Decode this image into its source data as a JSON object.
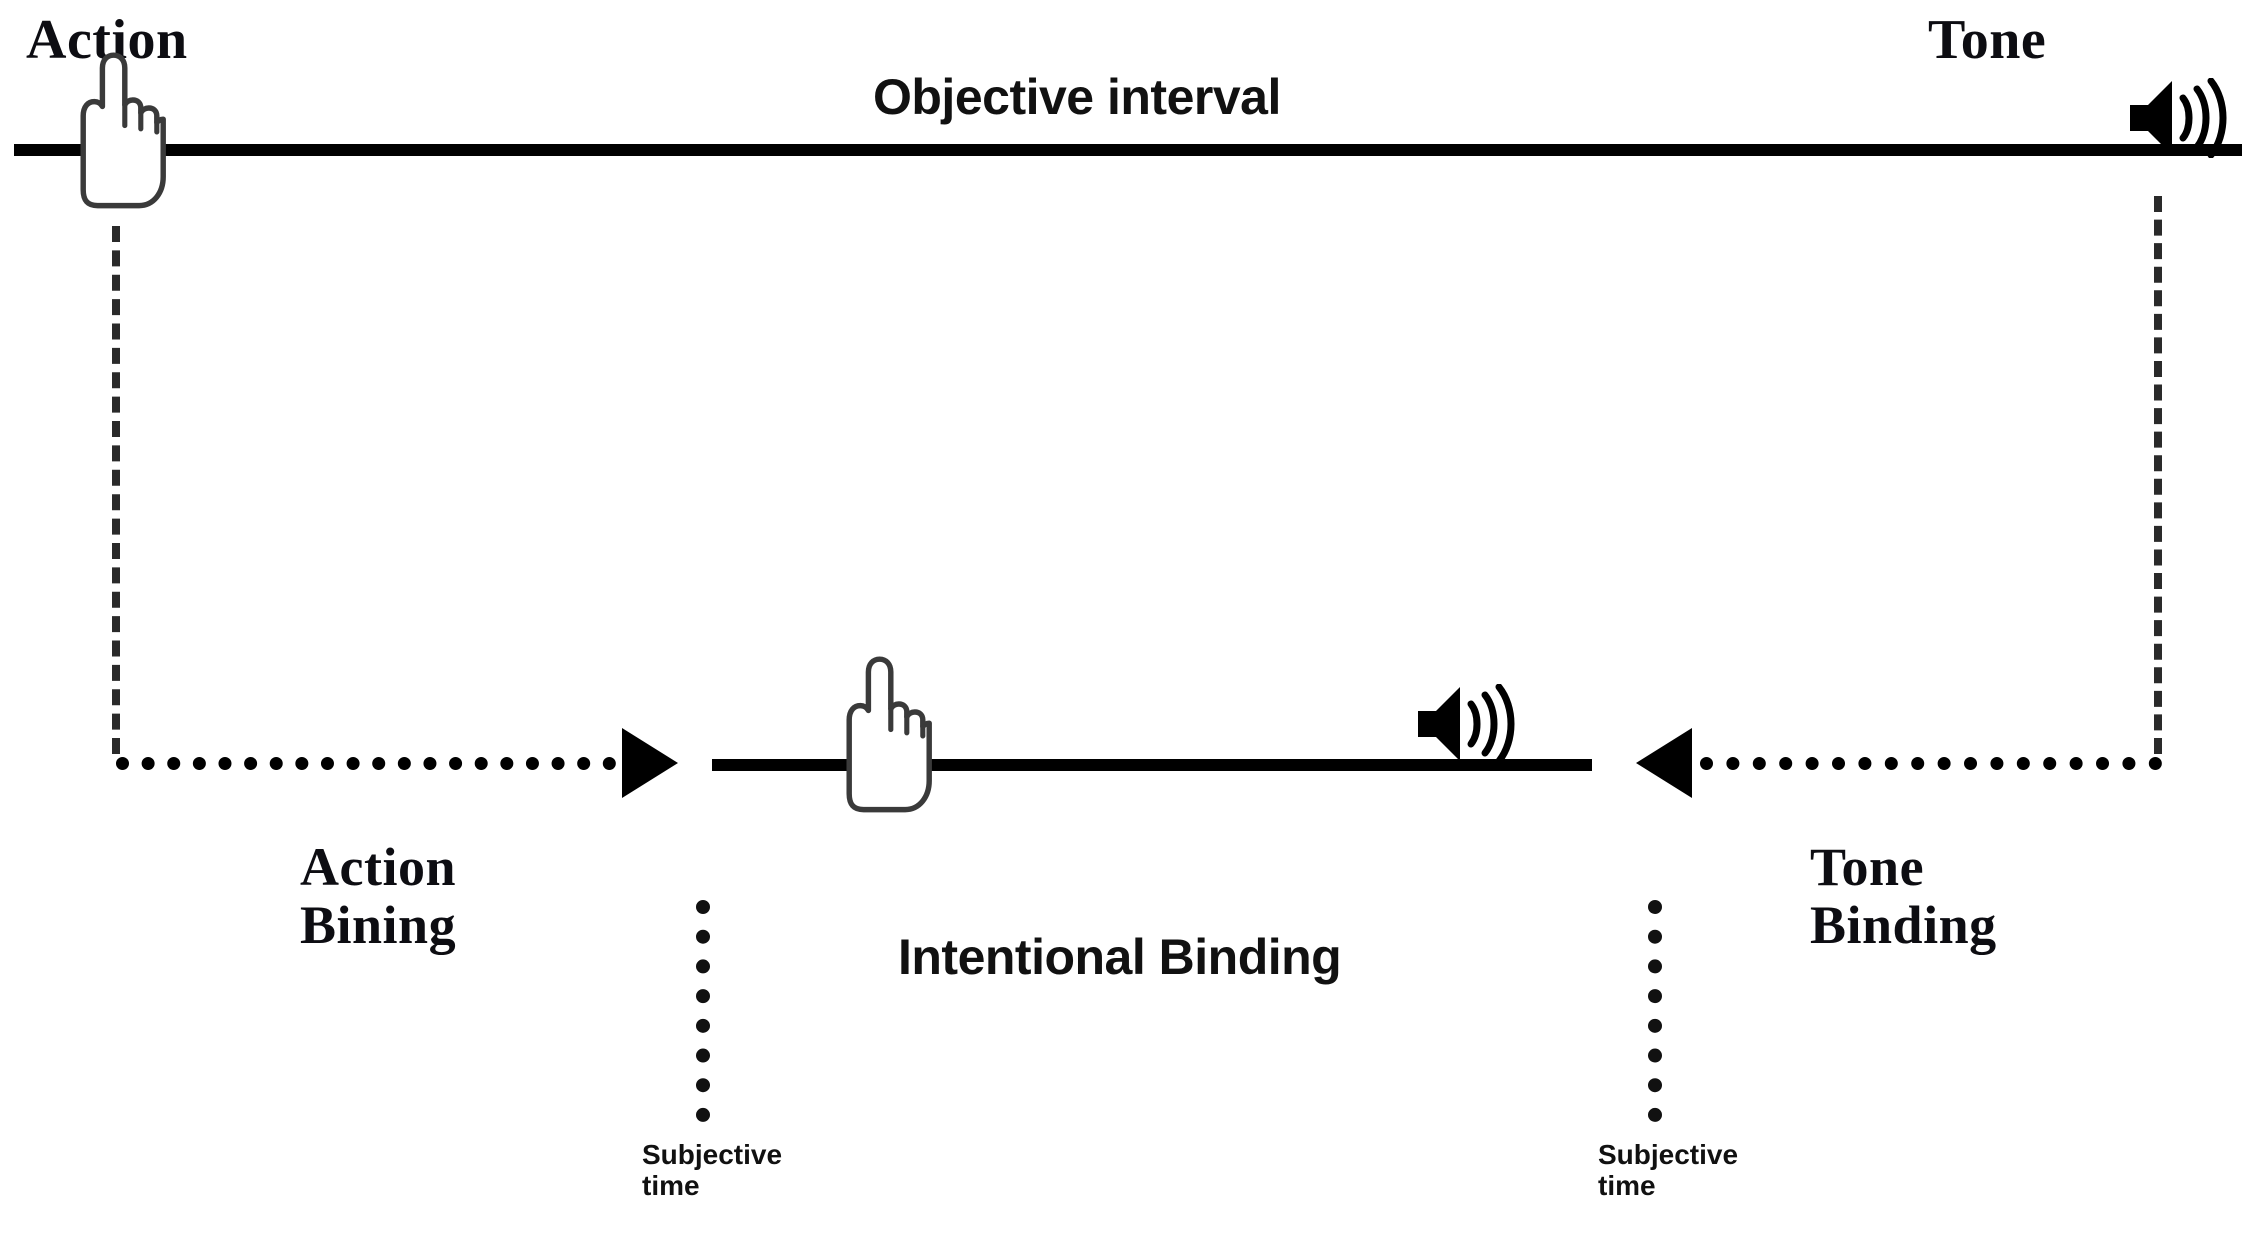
{
  "figure": {
    "title_text": "Intentional Binding timeline diagram",
    "background_color": "#ffffff",
    "line_color": "#000000",
    "serif_label_color": "#0d0d12",
    "sans_label_color": "#111111"
  },
  "objective": {
    "action_label": "Action",
    "tone_label": "Tone",
    "interval_label": "Objective interval",
    "action_icon": "pointing-hand-icon",
    "tone_icon": "speaker-sound-icon"
  },
  "subjective": {
    "interval_label": "Intentional Binding",
    "action_icon": "pointing-hand-icon",
    "tone_icon": "speaker-sound-icon",
    "action_binding_label": "Action\nBining",
    "tone_binding_label": "Tone\nBinding",
    "subjective_time_left": "Subjective\ntime",
    "subjective_time_right": "Subjective\ntime"
  },
  "arrows": {
    "left_arrow_direction": "right",
    "right_arrow_direction": "left",
    "style": "dotted"
  }
}
